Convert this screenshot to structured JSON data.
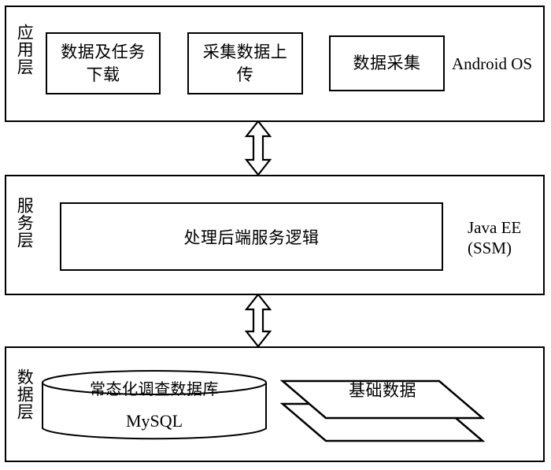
{
  "diagram": {
    "title": "System Architecture Diagram",
    "stroke_color": "#000000",
    "fill_color": "#ffffff"
  },
  "layers": {
    "application": {
      "label": "应用层",
      "platform": "Android OS",
      "modules": [
        {
          "name": "data-and-task-download",
          "line1": "数据及任",
          "line2": "务下载"
        },
        {
          "name": "collected-data-upload",
          "line1": "采集数",
          "line2": "据上传"
        },
        {
          "name": "data-collection",
          "line1": "数据采集",
          "line2": ""
        }
      ]
    },
    "service": {
      "label": "服务层",
      "platform_line1": "Java EE",
      "platform_line2": "(SSM)",
      "inner_box_label": "处理后端服务逻辑"
    },
    "data": {
      "label": "数据层",
      "database": {
        "title": "常态化调查数据库",
        "engine": "MySQL"
      },
      "sheets": {
        "label": "基础数据"
      }
    }
  },
  "connectors": [
    {
      "name": "app-to-service-arrow",
      "type": "double-headed-vertical"
    },
    {
      "name": "service-to-data-arrow",
      "type": "double-headed-vertical"
    }
  ]
}
